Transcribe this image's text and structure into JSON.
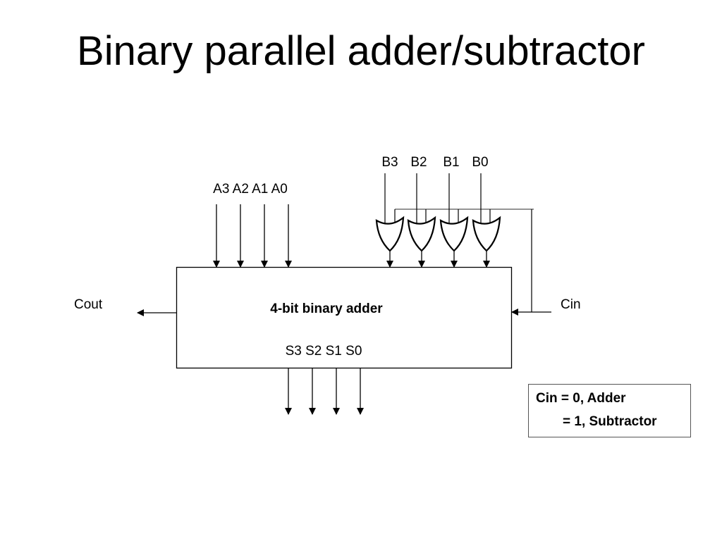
{
  "slide": {
    "title": "Binary parallel adder/subtractor"
  },
  "diagram": {
    "block_label": "4-bit binary adder",
    "a_inputs": [
      "A3",
      "A2",
      "A1",
      "A0"
    ],
    "b_inputs": [
      "B3",
      "B2",
      "B1",
      "B0"
    ],
    "sum_outputs": [
      "S3",
      "S2",
      "S1",
      "S0"
    ],
    "sum_label": "S3 S2 S1 S0",
    "a_label": "A3 A2 A1 A0",
    "carry_out_label": "Cout",
    "carry_in_label": "Cin",
    "gate_type": "xor-gate"
  },
  "note": {
    "line1": "Cin = 0, Adder",
    "line2": "= 1, Subtractor"
  }
}
